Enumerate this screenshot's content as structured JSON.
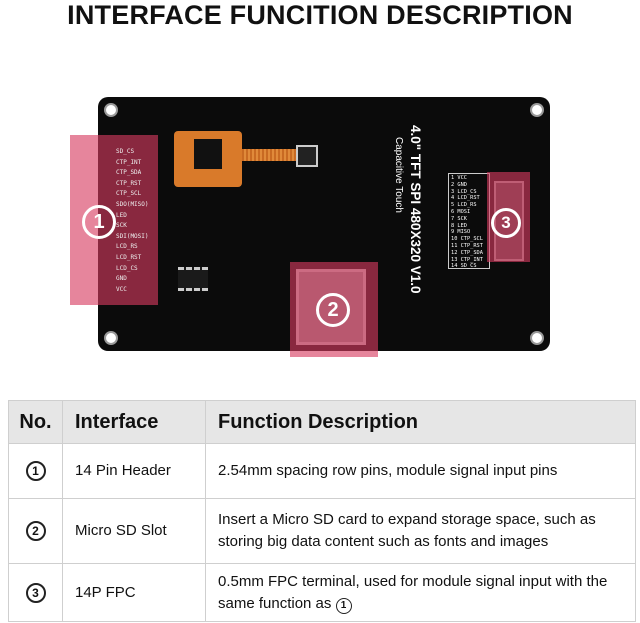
{
  "title": "INTERFACE FUNCITION DESCRIPTION",
  "board": {
    "model_text": "4.0\" TFT SPI 480X320 V1.0",
    "subtitle": "Capacitive Touch",
    "header_pins": [
      "SD_CS",
      "CTP_INT",
      "CTP_SDA",
      "CTP_RST",
      "CTP_SCL",
      "SDO(MISO)",
      "LED",
      "SCK",
      "SDI(MOSI)",
      "LCD_RS",
      "LCD_RST",
      "LCD_CS",
      "GND",
      "VCC"
    ],
    "fpc_pins": [
      "1 VCC",
      "2 GND",
      "3 LCD_CS",
      "4 LCD_RST",
      "5 LCD_RS",
      "6 MOSI",
      "7 SCK",
      "8 LED",
      "9 MISO",
      "10 CTP_SCL",
      "11 CTP_RST",
      "12 CTP_SDA",
      "13 CTP_INT",
      "14 SD_CS"
    ],
    "markers": [
      "1",
      "2",
      "3"
    ],
    "highlight_color": "#d63a60"
  },
  "table": {
    "headers": [
      "No.",
      "Interface",
      "Function Description"
    ],
    "rows": [
      {
        "no": "1",
        "interface": "14 Pin Header",
        "description": "2.54mm spacing row pins, module signal input pins"
      },
      {
        "no": "2",
        "interface": "Micro SD Slot",
        "description": "Insert a Micro SD card to expand storage space, such as storing big data content such as fonts and images"
      },
      {
        "no": "3",
        "interface": "14P FPC",
        "description": "0.5mm FPC terminal, used for module signal input with the same function as ",
        "ref": "1"
      }
    ]
  }
}
